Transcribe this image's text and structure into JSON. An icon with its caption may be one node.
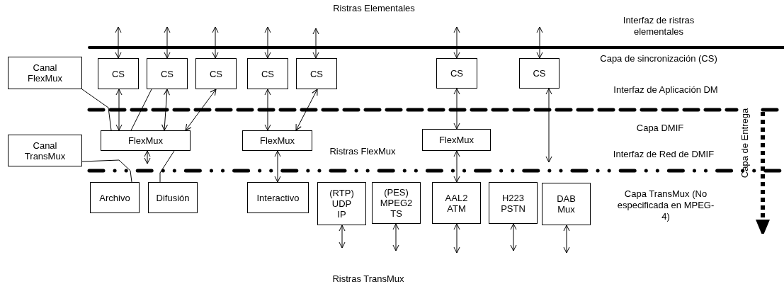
{
  "diagram": {
    "nodes": [
      {
        "text": [
          "Canal FlexMux"
        ]
      },
      {
        "text": [
          "CS"
        ]
      },
      {
        "text": [
          "CS"
        ]
      },
      {
        "text": [
          "CS"
        ]
      },
      {
        "text": [
          "CS"
        ]
      },
      {
        "text": [
          "CS"
        ]
      },
      {
        "text": [
          "CS"
        ]
      },
      {
        "text": [
          "CS"
        ]
      },
      {
        "text": [
          "FlexMux"
        ]
      },
      {
        "text": [
          "FlexMux"
        ]
      },
      {
        "text": [
          "FlexMux"
        ]
      },
      {
        "text": [
          "Canal TransMux"
        ]
      },
      {
        "text": [
          "Archivo"
        ]
      },
      {
        "text": [
          "Difusión"
        ]
      },
      {
        "text": [
          "Interactivo"
        ]
      },
      {
        "text": [
          "(RTP) UDP IP"
        ]
      },
      {
        "text": [
          "(PES) MPEG2 TS"
        ]
      },
      {
        "text": [
          "AAL2 ATM"
        ]
      },
      {
        "text": [
          "H223 PSTN"
        ]
      },
      {
        "text": [
          "DAB Mux"
        ]
      }
    ],
    "edges": [
      {
        "from": null,
        "to": 1,
        "arrow": "both"
      },
      {
        "from": null,
        "to": 2,
        "arrow": "both"
      },
      {
        "from": null,
        "to": 3,
        "arrow": "both"
      },
      {
        "from": null,
        "to": 4,
        "arrow": "both"
      },
      {
        "from": null,
        "to": 5,
        "arrow": "both"
      },
      {
        "from": null,
        "to": 6,
        "arrow": "both"
      },
      {
        "from": null,
        "to": 7,
        "arrow": "both"
      },
      {
        "from": 0,
        "to": 8,
        "arrow": "none"
      },
      {
        "from": 1,
        "to": 8,
        "arrow": "both"
      },
      {
        "from": 2,
        "to": 8,
        "arrow": "none"
      },
      {
        "from": 2,
        "to": 8,
        "arrow": "both"
      },
      {
        "from": 3,
        "to": 8,
        "arrow": "both"
      },
      {
        "from": 4,
        "to": 9,
        "arrow": "both"
      },
      {
        "from": 5,
        "to": 9,
        "arrow": "both"
      },
      {
        "from": 6,
        "to": 10,
        "arrow": "both"
      },
      {
        "from": 7,
        "to": null,
        "arrow": "both"
      },
      {
        "from": 8,
        "to": null,
        "arrow": "both"
      },
      {
        "from": 8,
        "to": 13,
        "arrow": "none"
      },
      {
        "from": 11,
        "to": 12,
        "arrow": "none"
      },
      {
        "from": 9,
        "to": 14,
        "arrow": "both"
      },
      {
        "from": 10,
        "to": 17,
        "arrow": "both"
      },
      {
        "from": 15,
        "to": null,
        "arrow": "both"
      },
      {
        "from": 16,
        "to": null,
        "arrow": "both"
      },
      {
        "from": 17,
        "to": null,
        "arrow": "both"
      },
      {
        "from": 18,
        "to": null,
        "arrow": "both"
      },
      {
        "from": 19,
        "to": null,
        "arrow": "both"
      }
    ],
    "labels": [
      "Ristras Elementales",
      "Interfaz de ristras elementales",
      "Capa de sincronización (CS)",
      "Interfaz de Aplicación DM",
      "Capa de Entrega",
      "Capa DMIF",
      "Ristras FlexMux",
      "Interfaz de Red de DMIF",
      "Capa TransMux (No especificada en MPEG-4)",
      "Ristras TransMux"
    ]
  }
}
